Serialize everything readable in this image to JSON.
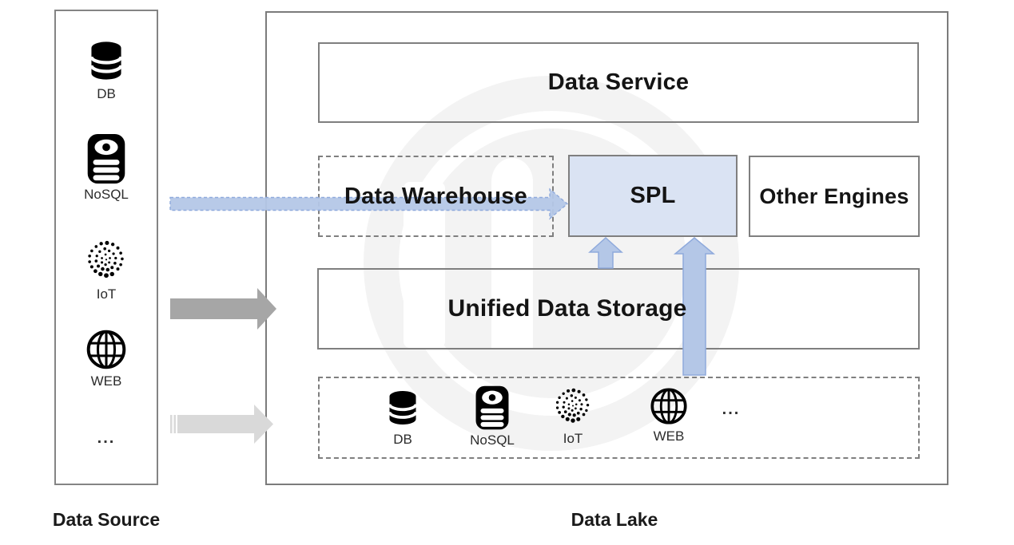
{
  "data_source": {
    "caption": "Data Source",
    "items": [
      {
        "icon": "db-icon",
        "label": "DB"
      },
      {
        "icon": "nosql-icon",
        "label": "NoSQL"
      },
      {
        "icon": "iot-icon",
        "label": "IoT"
      },
      {
        "icon": "web-icon",
        "label": "WEB"
      },
      {
        "icon": "ellipsis",
        "label": "..."
      }
    ]
  },
  "data_lake": {
    "caption": "Data Lake",
    "data_service_label": "Data Service",
    "data_warehouse_label": "Data Warehouse",
    "spl_label": "SPL",
    "other_engines_label": "Other Engines",
    "unified_storage_label": "Unified Data Storage",
    "storage_items": [
      {
        "icon": "db-icon",
        "label": "DB"
      },
      {
        "icon": "nosql-icon",
        "label": "NoSQL"
      },
      {
        "icon": "iot-icon",
        "label": "IoT"
      },
      {
        "icon": "web-icon",
        "label": "WEB"
      },
      {
        "icon": "ellipsis",
        "label": "..."
      }
    ]
  },
  "colors": {
    "arrow_blue_fill": "#b4c7e7",
    "arrow_blue_border": "#8faadc",
    "arrow_gray": "#a6a6a6",
    "arrow_light_gray": "#d9d9d9",
    "spl_fill": "#dae3f3",
    "box_border": "#7f7f7f"
  }
}
